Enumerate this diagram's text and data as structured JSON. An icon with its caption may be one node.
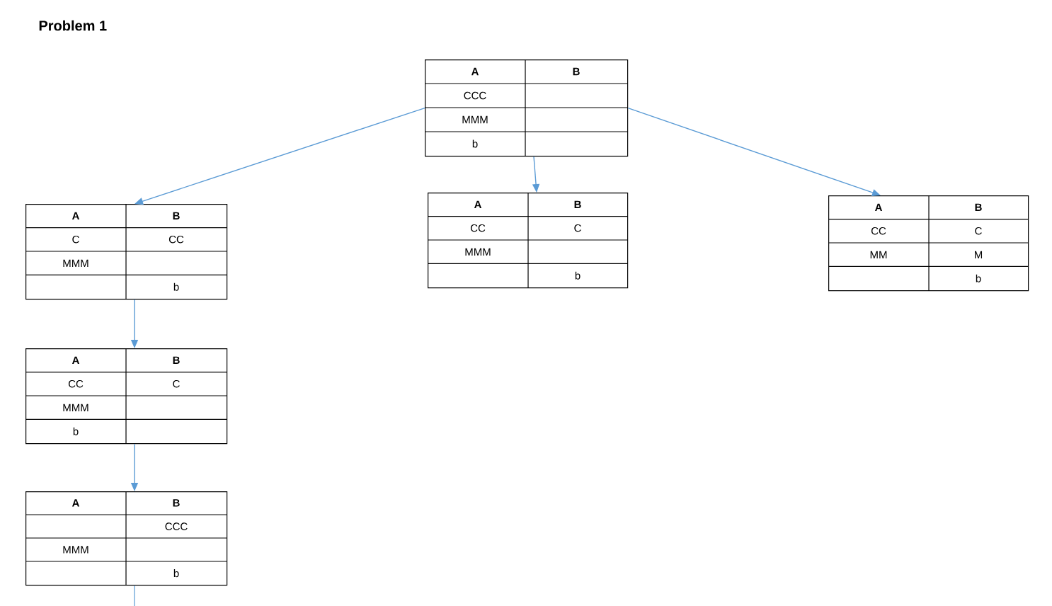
{
  "diagram": {
    "title": "Problem 1",
    "nodes": [
      {
        "text": [
          "A",
          "B",
          "CCC",
          "MMM",
          "b"
        ]
      },
      {
        "text": [
          "A",
          "B",
          "C",
          "CC",
          "MMM",
          "b"
        ]
      },
      {
        "text": [
          "A",
          "B",
          "CC",
          "C",
          "MMM",
          "b"
        ]
      },
      {
        "text": [
          "A",
          "B",
          "CC",
          "C",
          "MM",
          "M",
          "b"
        ]
      },
      {
        "text": [
          "A",
          "B",
          "CC",
          "C",
          "MMM",
          "b"
        ]
      },
      {
        "text": [
          "A",
          "B",
          "CCC",
          "MMM",
          "b"
        ]
      }
    ],
    "edges": [
      {
        "from": 0,
        "to": 1,
        "arrow": "to"
      },
      {
        "from": 0,
        "to": 2,
        "arrow": "to"
      },
      {
        "from": 0,
        "to": 3,
        "arrow": "to"
      },
      {
        "from": 1,
        "to": 4,
        "arrow": "to"
      },
      {
        "from": 4,
        "to": 5,
        "arrow": "to"
      },
      {
        "from": 5,
        "to": null,
        "arrow": "none"
      }
    ]
  }
}
